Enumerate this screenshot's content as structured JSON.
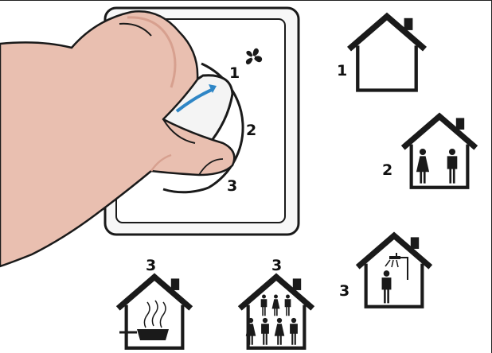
{
  "dial": {
    "setting_1": "1",
    "setting_2": "2",
    "setting_3": "3"
  },
  "houses": [
    {
      "label": "1",
      "scene": "empty-house"
    },
    {
      "label": "2",
      "scene": "two-occupants"
    },
    {
      "label": "3",
      "scene": "shower"
    },
    {
      "label": "3",
      "scene": "cooking"
    },
    {
      "label": "3",
      "scene": "crowd"
    }
  ],
  "colors": {
    "outline": "#1a1a1a",
    "skin": "#e9bfb0",
    "skin_shadow": "#d7a08f",
    "arrow": "#2f86c6",
    "knob": "#f4f4f4"
  }
}
